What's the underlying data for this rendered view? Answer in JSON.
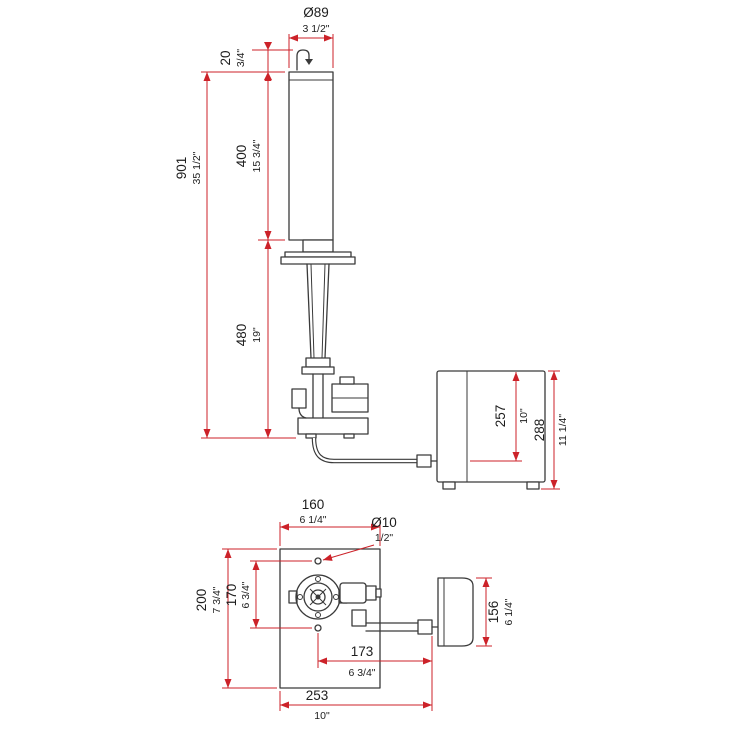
{
  "colors": {
    "dimension": "#cc2229",
    "line": "#3a3a3a",
    "text": "#1d1d1d",
    "background": "#ffffff"
  },
  "side_view": {
    "dims": {
      "spout_diameter": {
        "mm": "Ø89",
        "inch": "3 1/2\""
      },
      "tip_height": {
        "mm": "20",
        "inch": "3/4\""
      },
      "body_height": {
        "mm": "400",
        "inch": "15 3/4\""
      },
      "overall_height": {
        "mm": "901",
        "inch": "35 1/2\""
      },
      "lower_height": {
        "mm": "480",
        "inch": "19\""
      },
      "box_inlet_height": {
        "mm": "257",
        "inch": "10\""
      },
      "box_overall_height": {
        "mm": "288",
        "inch": "11 1/4\""
      }
    }
  },
  "plan_view": {
    "dims": {
      "plate_width": {
        "mm": "160",
        "inch": "6 1/4\""
      },
      "hole_diameter": {
        "mm": "Ø10",
        "inch": "1/2\""
      },
      "plate_depth": {
        "mm": "200",
        "inch": "7 3/4\""
      },
      "hole_spacing": {
        "mm": "170",
        "inch": "6 3/4\""
      },
      "box_depth": {
        "mm": "156",
        "inch": "6 1/4\""
      },
      "hole_to_fitting": {
        "mm": "173",
        "inch": "6 3/4\""
      },
      "overall_width": {
        "mm": "253",
        "inch": "10\""
      }
    }
  }
}
